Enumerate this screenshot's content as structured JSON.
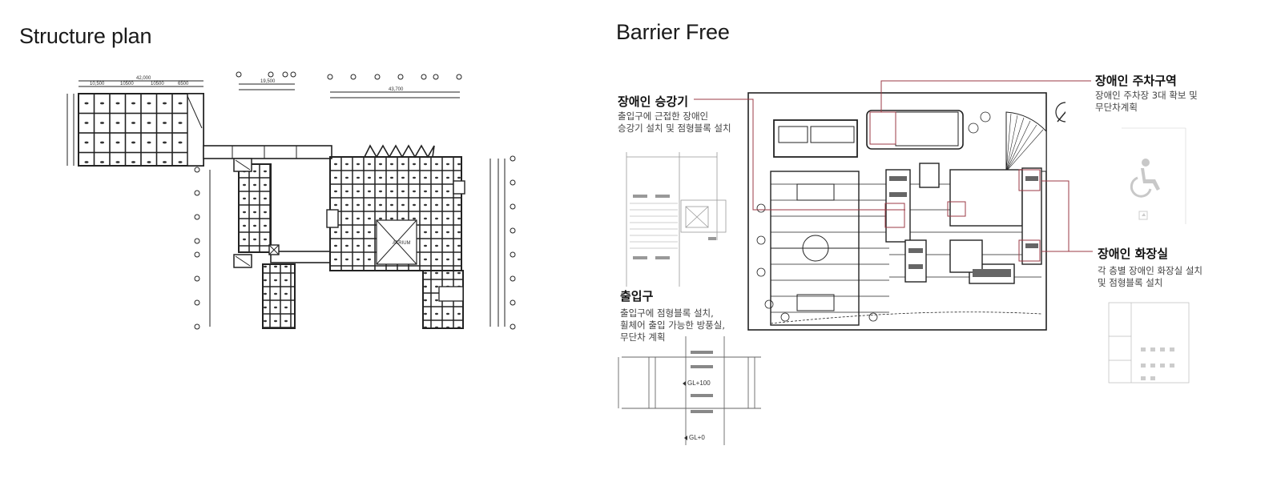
{
  "titles": {
    "structure": "Structure plan",
    "barrier": "Barrier Free"
  },
  "annotations": {
    "elevator": {
      "title": "장애인 승강기",
      "desc1": "출입구에 근접한 장애인",
      "desc2": "승강기 설치 및 점형블록 설치"
    },
    "entrance": {
      "title": "출입구",
      "desc1": "출입구에 점형블록 설치,",
      "desc2": "휠체어 출입 가능한 방풍실,",
      "desc3": "무단차 계획"
    },
    "parking": {
      "title": "장애인 주차구역",
      "desc1": "장애인 주차장 3대 확보 및",
      "desc2": "무단차계획"
    },
    "toilet": {
      "title": "장애인 화장실",
      "desc1": "각 층별 장애인 화장실 설치",
      "desc2": "및 점형블록 설치"
    }
  },
  "drawing_labels": {
    "gl100": "GL+100",
    "gl0": "GL+0"
  },
  "colors": {
    "leader": "#9b3a44",
    "line": "#222222",
    "accessible_symbol": "#bbbbbb"
  }
}
